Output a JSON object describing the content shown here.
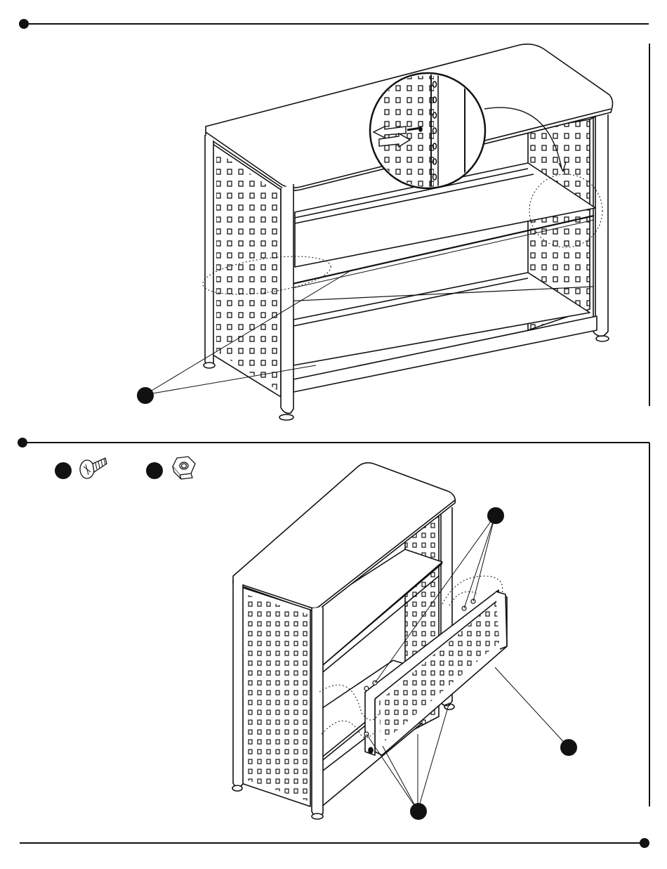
{
  "document": {
    "type": "assembly-instructions",
    "steps": [
      {
        "id": "step-1",
        "action": "slide-rod-through-side-panel-holes",
        "callouts": [
          ""
        ],
        "detail_view": "rod-insertion-closeup"
      },
      {
        "id": "step-2",
        "action": "attach-perforated-back-panel",
        "hardware": [
          {
            "name": "screw",
            "icon": "screw-icon",
            "label": ""
          },
          {
            "name": "nut",
            "icon": "hex-nut-icon",
            "label": ""
          }
        ],
        "callouts": [
          "",
          "",
          ""
        ]
      }
    ],
    "colors": {
      "ink": "#111111",
      "paper": "#ffffff",
      "hole": "#222222"
    }
  }
}
